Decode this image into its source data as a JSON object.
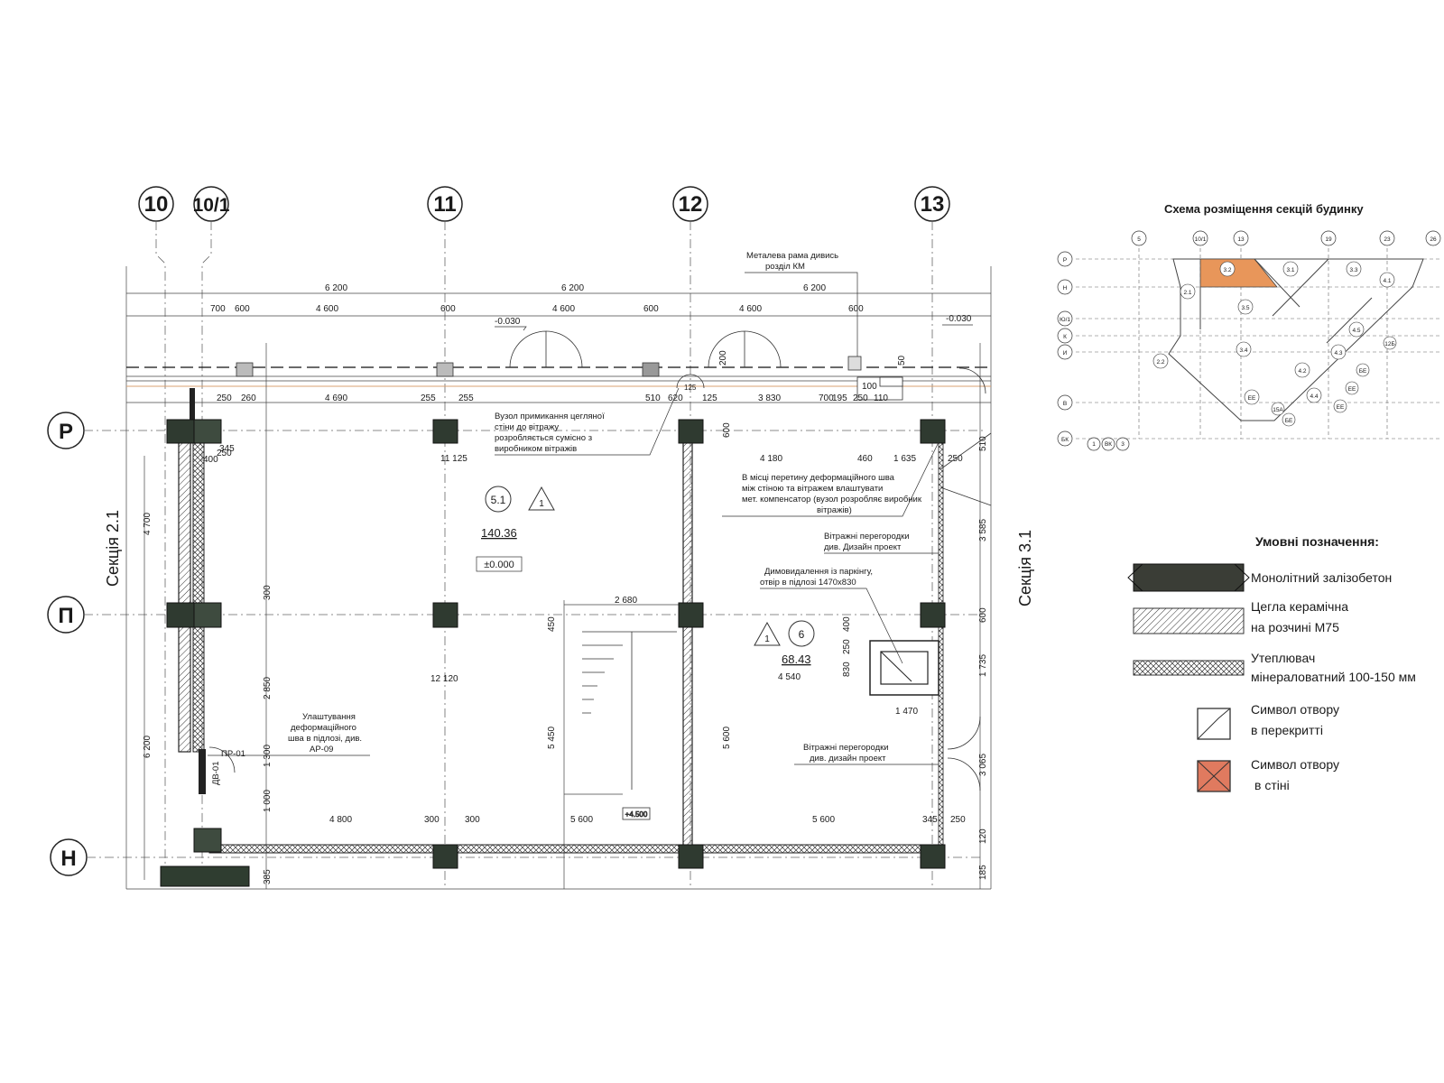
{
  "axes": {
    "vertical": [
      {
        "label": "10",
        "x": 0
      },
      {
        "label": "10/1",
        "x": 0
      },
      {
        "label": "11",
        "x": 0
      },
      {
        "label": "12",
        "x": 0
      },
      {
        "label": "13",
        "x": 0
      }
    ],
    "horizontal": [
      "Р",
      "П",
      "Н"
    ]
  },
  "sections": {
    "left": "Секція 2.1",
    "right": "Секція 3.1"
  },
  "rooms": [
    {
      "number": "5.1",
      "marker": "1",
      "area": "140.36",
      "level": "±0.000"
    },
    {
      "number": "6",
      "marker": "1",
      "area": "68.43"
    }
  ],
  "levels": {
    "top_left": "-0.030",
    "top_right": "-0.030",
    "stair": "+4.500"
  },
  "dimensions": {
    "row1": [
      "6 200",
      "6 200",
      "6 200"
    ],
    "row2": [
      "700",
      "600",
      "4 600",
      "600",
      "4 600",
      "600",
      "4 600",
      "600"
    ],
    "row3": [
      "250",
      "260",
      "4 690",
      "255",
      "255",
      "510",
      "620",
      "125",
      "125",
      "3 830",
      "700",
      "195",
      "250",
      "110",
      "100"
    ],
    "mid": [
      "11 125",
      "4 180",
      "460",
      "1 635",
      "250",
      "12 120",
      "2 680",
      "4 540",
      "1 470",
      "4 800",
      "300",
      "300",
      "5 600",
      "5 600",
      "345",
      "250"
    ],
    "left_vertical": [
      "4 700",
      "6 200"
    ],
    "misc": [
      "250",
      "345",
      "400",
      "600",
      "300",
      "450",
      "5 450",
      "5 600",
      "3 585",
      "1 735",
      "830",
      "250",
      "400",
      "2 850",
      "1 300",
      "1 000",
      "385",
      "510",
      "600",
      "185",
      "120",
      "3 065",
      "50",
      "200"
    ]
  },
  "notes": {
    "frame": "Металева рама дивись розділ КМ",
    "node": "Вузол примикання цегляної стіни до вітражу розробляється сумісно з виробником вітражів",
    "joint": "В місці перетину деформаційного шва між стіною та вітражем влаштувати мет. компенсатор (вузол розробляє виробник вітражів)",
    "partitions1": "Вітражні перегородки див. Дизайн проект",
    "smoke": "Димовидалення із паркінгу, отвір в підлозі 1470х830",
    "partitions2": "Вітражні перегородки див. дизайн проект",
    "expansion": "Улаштування деформаційного шва в підлозі, див. АР-09",
    "door": "ПР-01",
    "door2": "ДВ-01"
  },
  "schema": {
    "title": "Схема розміщення секцій будинку",
    "highlight_color": "#e8965a",
    "top_labels": [
      "5",
      "10/1",
      "13",
      "19",
      "23",
      "26"
    ],
    "side_labels": [
      "Р",
      "Н",
      "Ю/1",
      "К",
      "И",
      "В",
      "БК"
    ],
    "bottom_labels": [
      "1",
      "ВК",
      "3"
    ],
    "sections": [
      "2.1",
      "3.2",
      "3.1",
      "3.3",
      "3.5",
      "3.4",
      "2.2",
      "4.1",
      "4.5",
      "4.3",
      "4.2",
      "4.4",
      "ЕЕ",
      "15А",
      "БЕ",
      "ЕЕ",
      "ЕЕ",
      "БЕ",
      "12Б"
    ]
  },
  "legend": {
    "title": "Умовні позначення:",
    "items": [
      {
        "label": "Монолітний залізобетон",
        "pattern": "concrete"
      },
      {
        "label": "Цегла керамічна",
        "label2": "на розчині М75",
        "pattern": "brick"
      },
      {
        "label": "Утеплювач",
        "label2": "мінераловатний 100-150 мм",
        "pattern": "insulation"
      },
      {
        "label": "Символ отвору",
        "label2": "в перекритті",
        "pattern": "floor-opening"
      },
      {
        "label": "Символ отвору",
        "label2": "в стіні",
        "pattern": "wall-opening",
        "color": "#e07a5f"
      }
    ]
  }
}
